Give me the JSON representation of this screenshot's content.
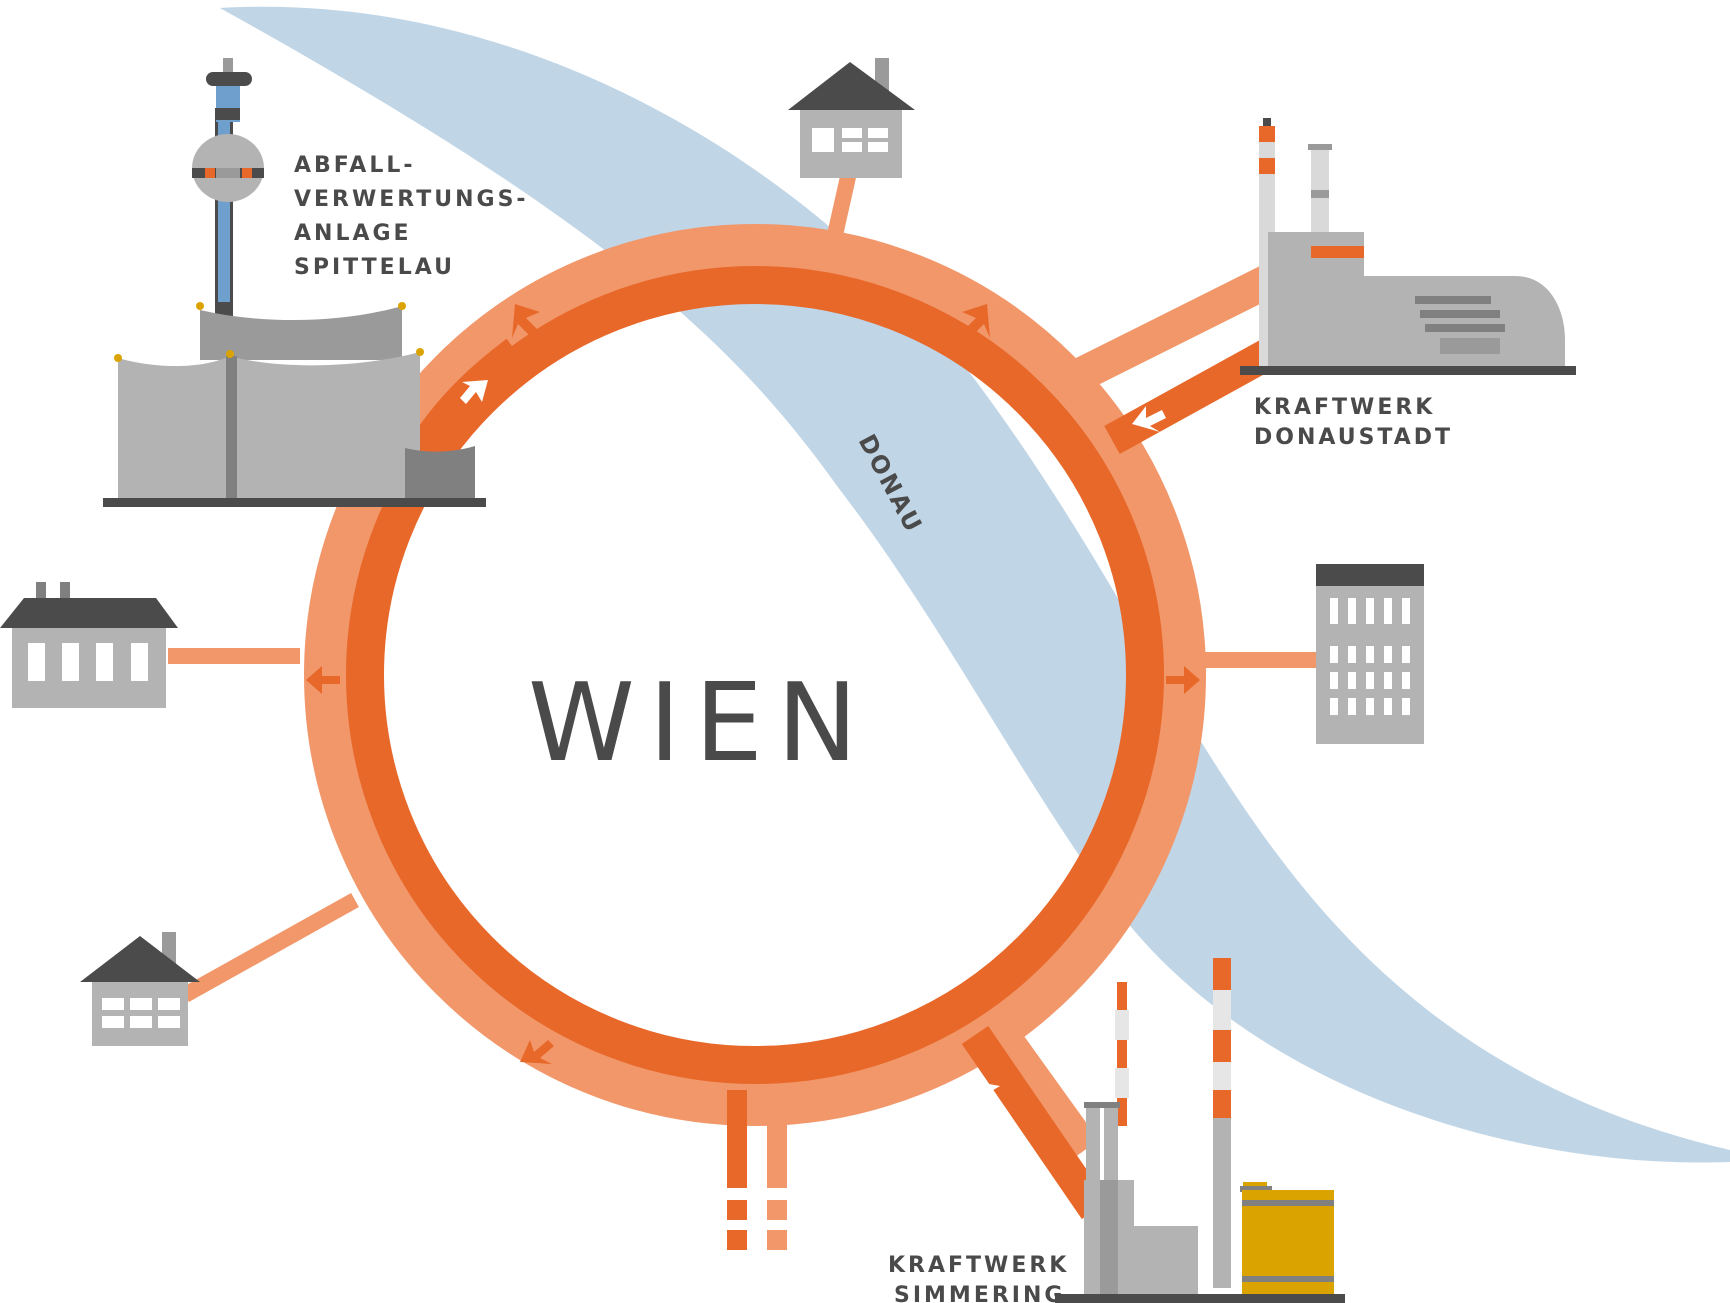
{
  "colors": {
    "river": "#c0d5e6",
    "pipe_dark": "#e8682a",
    "pipe_light": "#f1976a",
    "building_light": "#b3b3b3",
    "building_mid": "#9a9a9a",
    "building_dark": "#4b4b4b",
    "tower_blue": "#6f9fcc",
    "tank_yellow": "#dba300"
  },
  "labels": {
    "city": "WIEN",
    "river": "DONAU",
    "spittelau": [
      "ABFALL-",
      "VERWERTUNGS-",
      "ANLAGE",
      "SPITTELAU"
    ],
    "donaustadt": [
      "KRAFTWERK",
      "DONAUSTADT"
    ],
    "simmering": [
      "KRAFTWERK",
      "SIMMERING"
    ]
  },
  "icons": [
    "waste-plant-spittelau-icon",
    "power-plant-donaustadt-icon",
    "power-plant-simmering-icon",
    "house-icon",
    "apartment-building-icon",
    "office-tower-icon",
    "arrow-icon"
  ]
}
